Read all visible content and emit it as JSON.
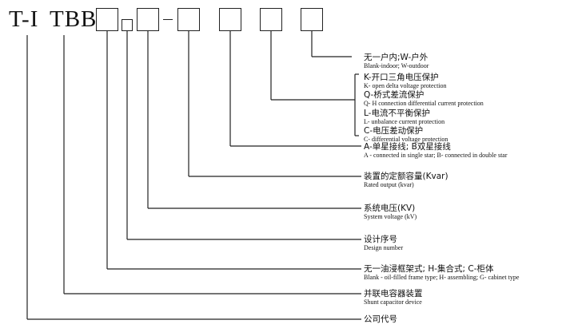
{
  "code": {
    "prefix": "T-I",
    "type": "TBB"
  },
  "legend": {
    "install_zh": "无一户内;W-户外",
    "install_en": "Blank-indoor; W-outdoor",
    "protect_k_zh": "K-开口三角电压保护",
    "protect_k_en": "K- open delta voltage protection",
    "protect_q_zh": "Q-桥式差流保护",
    "protect_q_en": "Q- H connection differential current protection",
    "protect_l_zh": "L-电流不平衡保护",
    "protect_l_en": "L- unbalance current protection",
    "protect_c_zh": "C-电压差动保护",
    "protect_c_en": "C- differential voltage protection",
    "wiring_zh": "A-单星接线; B双星接线",
    "wiring_en": "A - connected in single star; B- connected in double star",
    "rated_zh": "装置的定额容量(Kvar)",
    "rated_en": "Rated output (kvar)",
    "voltage_zh": "系统电压(KV)",
    "voltage_en": "System voltage (kV)",
    "design_zh": "设计序号",
    "design_en": "Design number",
    "frame_zh": "无一油浸框架式; H-集合式; C-柜体",
    "frame_en": "Blank - oil-filled frame type; H- assembling; G- cabinet type",
    "device_zh": "并联电容器装置",
    "device_en": "Shunt capacitor device",
    "company_zh": "公司代号"
  }
}
